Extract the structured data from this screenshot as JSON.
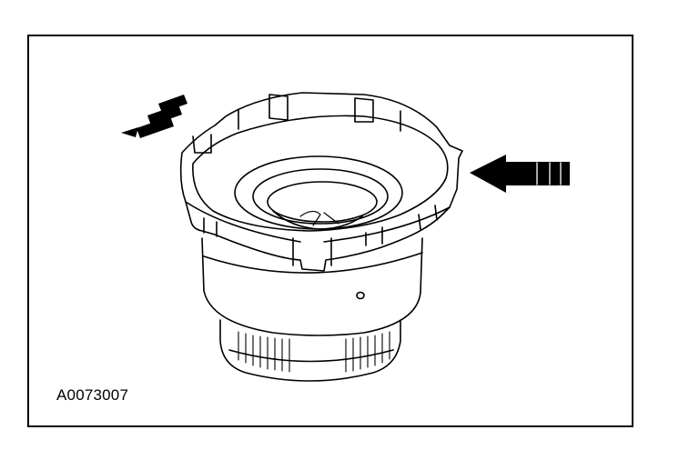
{
  "figure": {
    "code": "A0073007",
    "subject": "clutch-drum-assembly",
    "arrows": [
      "removal-direction-arrow-left",
      "force-direction-arrow-right"
    ]
  },
  "colors": {
    "line": "#000000",
    "background": "#ffffff",
    "shade": "#555555"
  }
}
